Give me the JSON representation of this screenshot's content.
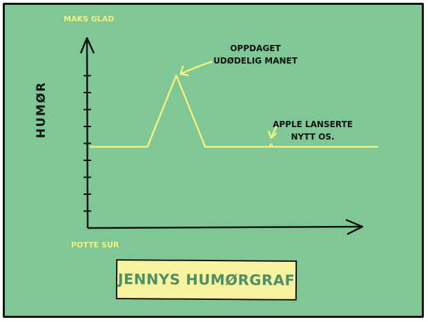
{
  "chart_data": {
    "type": "line",
    "title": "JENNYS HUMØRGRAF",
    "ylabel": "HUMØR",
    "xlabel": "",
    "y_top_label": "MAKS GLAD",
    "y_bottom_label": "POTTE SUR",
    "ylim": [
      0,
      10
    ],
    "series": [
      {
        "x": [
          0,
          20,
          30,
          40,
          60,
          100
        ],
        "values": [
          5,
          5,
          9.4,
          5,
          5,
          5
        ]
      }
    ],
    "annotations": [
      {
        "lines": [
          "OPPDAGET",
          "UDØDELIG MANET"
        ],
        "x": 30,
        "y": 9.4
      },
      {
        "lines": [
          "APPLE LANSERTE",
          "NYTT OS."
        ],
        "x": 60,
        "y": 5
      }
    ],
    "colors": {
      "background": "#7fc896",
      "line": "#f4f07a",
      "axis": "#111111",
      "title_box": "#f7f3a0",
      "title_text": "#4f8f66"
    }
  }
}
